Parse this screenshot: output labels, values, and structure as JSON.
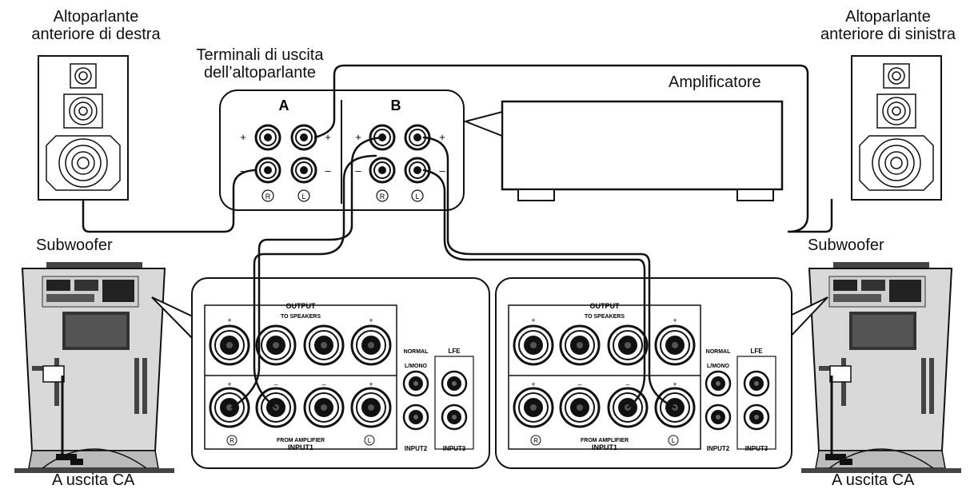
{
  "labels": {
    "speaker_right_line1": "Altoparlante",
    "speaker_right_line2": "anteriore di destra",
    "speaker_left_line1": "Altoparlante",
    "speaker_left_line2": "anteriore di sinistra",
    "terminals_line1": "Terminali di uscita",
    "terminals_line2": "dell’altoparlante",
    "amplifier": "Amplificatore",
    "subwoofer_left": "Subwoofer",
    "subwoofer_right": "Subwoofer",
    "ac_left": "A uscita CA",
    "ac_right": "A uscita CA"
  },
  "terminal_panel": {
    "group_a": "A",
    "group_b": "B",
    "plus": "+",
    "minus": "–",
    "r_mark": "R",
    "l_mark": "L"
  },
  "sub_panel": {
    "output": "OUTPUT",
    "to_speakers": "TO SPEAKERS",
    "from_amplifier": "FROM AMPLIFIER",
    "input1": "INPUT1",
    "normal": "NORMAL",
    "mono": "L/MONO",
    "lfe": "LFE",
    "input2": "INPUT2",
    "input3": "INPUT3",
    "r_mark": "R",
    "l_mark": "L",
    "plus": "+",
    "minus": "–"
  }
}
